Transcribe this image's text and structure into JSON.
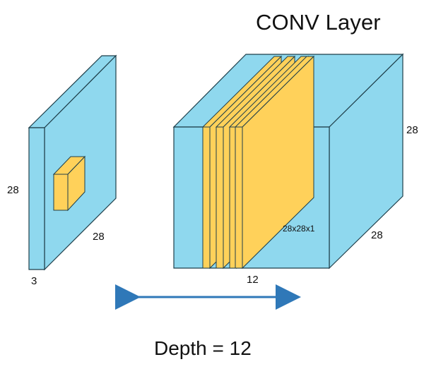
{
  "diagram": {
    "title": "CONV Layer",
    "input_volume": {
      "height_label": "28",
      "width_label": "28",
      "depth_label": "3"
    },
    "conv_volume": {
      "height_label": "28",
      "width_label": "28",
      "depth_label": "12",
      "filter_label": "28x28x1"
    },
    "footer": "Depth = 12",
    "colors": {
      "volume": "#8fd8ee",
      "filter": "#ffd15a",
      "edge": "#1f3f4a",
      "arrow": "#2f78b8"
    }
  }
}
